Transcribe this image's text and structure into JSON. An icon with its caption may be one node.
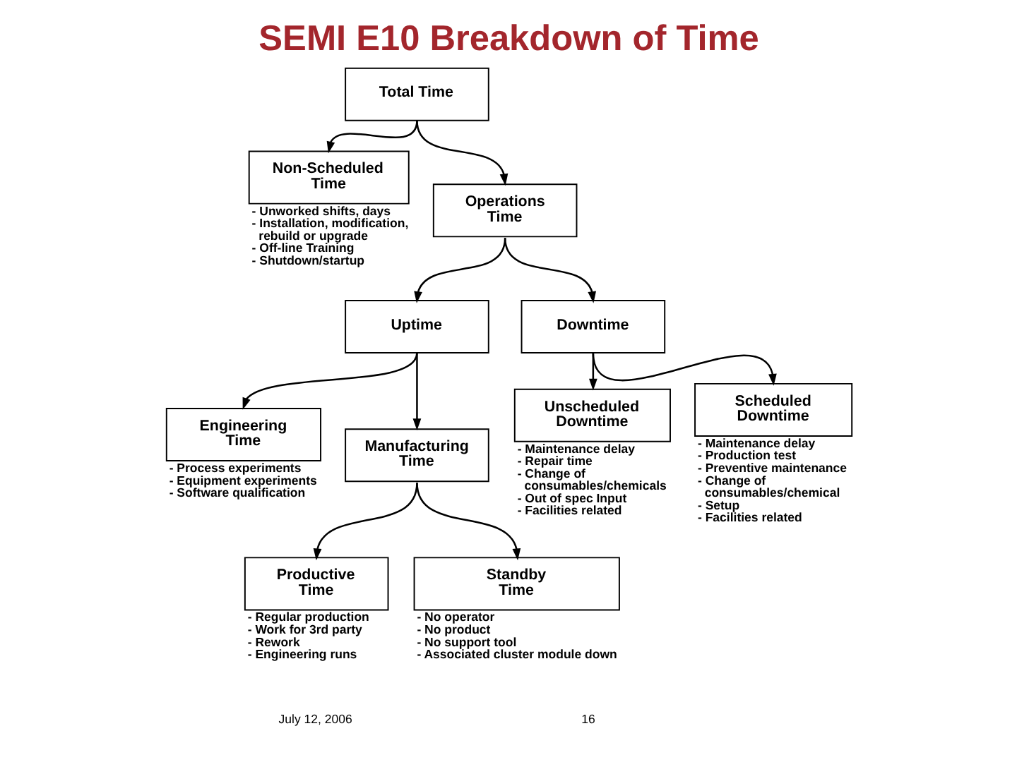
{
  "diagram": {
    "title": "SEMI E10 Breakdown of Time",
    "nodes": [
      {
        "text": [
          "Total Time"
        ]
      },
      {
        "text": [
          "Non-Scheduled Time"
        ],
        "beside": [
          "- Unworked shifts, days",
          "- Installation, modification, rebuild or upgrade",
          "- Off-line Training",
          "- Shutdown/startup"
        ]
      },
      {
        "text": [
          "Operations Time"
        ]
      },
      {
        "text": [
          "Uptime"
        ]
      },
      {
        "text": [
          "Downtime"
        ]
      },
      {
        "text": [
          "Engineering Time"
        ],
        "beside": [
          "- Process experiments",
          "- Equipment experiments",
          "- Software qualification"
        ]
      },
      {
        "text": [
          "Manufacturing Time"
        ]
      },
      {
        "text": [
          "Unscheduled Downtime"
        ],
        "beside": [
          "- Maintenance delay",
          "- Repair time",
          "- Change of consumables/chemicals",
          "- Out of spec Input",
          "- Facilities related"
        ]
      },
      {
        "text": [
          "Scheduled Downtime"
        ],
        "beside": [
          "- Maintenance delay",
          "- Production test",
          "- Preventive maintenance",
          "- Change of consumables/chemical",
          "- Setup",
          "- Facilities related"
        ]
      },
      {
        "text": [
          "Productive Time"
        ],
        "beside": [
          "- Regular production",
          "- Work for 3rd party",
          "- Rework",
          "- Engineering runs"
        ]
      },
      {
        "text": [
          "Standby Time"
        ],
        "beside": [
          "- No operator",
          "- No product",
          "- No support tool",
          "- Associated cluster module down"
        ]
      }
    ],
    "edges": [
      {
        "from": 0,
        "to": 1,
        "arrow": "to"
      },
      {
        "from": 0,
        "to": 2,
        "arrow": "to"
      },
      {
        "from": 2,
        "to": 3,
        "arrow": "to"
      },
      {
        "from": 2,
        "to": 4,
        "arrow": "to"
      },
      {
        "from": 3,
        "to": 5,
        "arrow": "to"
      },
      {
        "from": 3,
        "to": 6,
        "arrow": "to"
      },
      {
        "from": 4,
        "to": 7,
        "arrow": "to"
      },
      {
        "from": 4,
        "to": 8,
        "arrow": "to"
      },
      {
        "from": 6,
        "to": 9,
        "arrow": "to"
      },
      {
        "from": 6,
        "to": 10,
        "arrow": "to"
      }
    ],
    "labels": [
      "July 12, 2006",
      "16"
    ]
  }
}
